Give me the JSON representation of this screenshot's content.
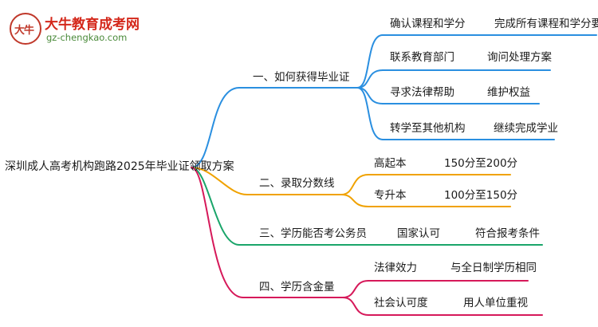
{
  "logo": {
    "badge_text": "大牛",
    "title": "大牛教育成考网",
    "url": "gz-chengkao.com"
  },
  "root": "深圳成人高考机构跑路2025年毕业证领取方案",
  "branches": [
    {
      "label": "一、如何获得毕业证",
      "color": "#2a8fe0",
      "children": [
        {
          "label": "确认课程和学分",
          "leaf": "完成所有课程和学分要求"
        },
        {
          "label": "联系教育部门",
          "leaf": "询问处理方案"
        },
        {
          "label": "寻求法律帮助",
          "leaf": "维护权益"
        },
        {
          "label": "转学至其他机构",
          "leaf": "继续完成学业"
        }
      ]
    },
    {
      "label": "二、录取分数线",
      "color": "#f0a200",
      "children": [
        {
          "label": "高起本",
          "leaf": "150分至200分"
        },
        {
          "label": "专升本",
          "leaf": "100分至150分"
        }
      ]
    },
    {
      "label": "三、学历能否考公务员",
      "color": "#1aa56a",
      "children": [
        {
          "label": "国家认可",
          "leaf": "符合报考条件"
        }
      ]
    },
    {
      "label": "四、学历含金量",
      "color": "#d6195a",
      "children": [
        {
          "label": "法律效力",
          "leaf": "与全日制学历相同"
        },
        {
          "label": "社会认可度",
          "leaf": "用人单位重视"
        }
      ]
    }
  ]
}
